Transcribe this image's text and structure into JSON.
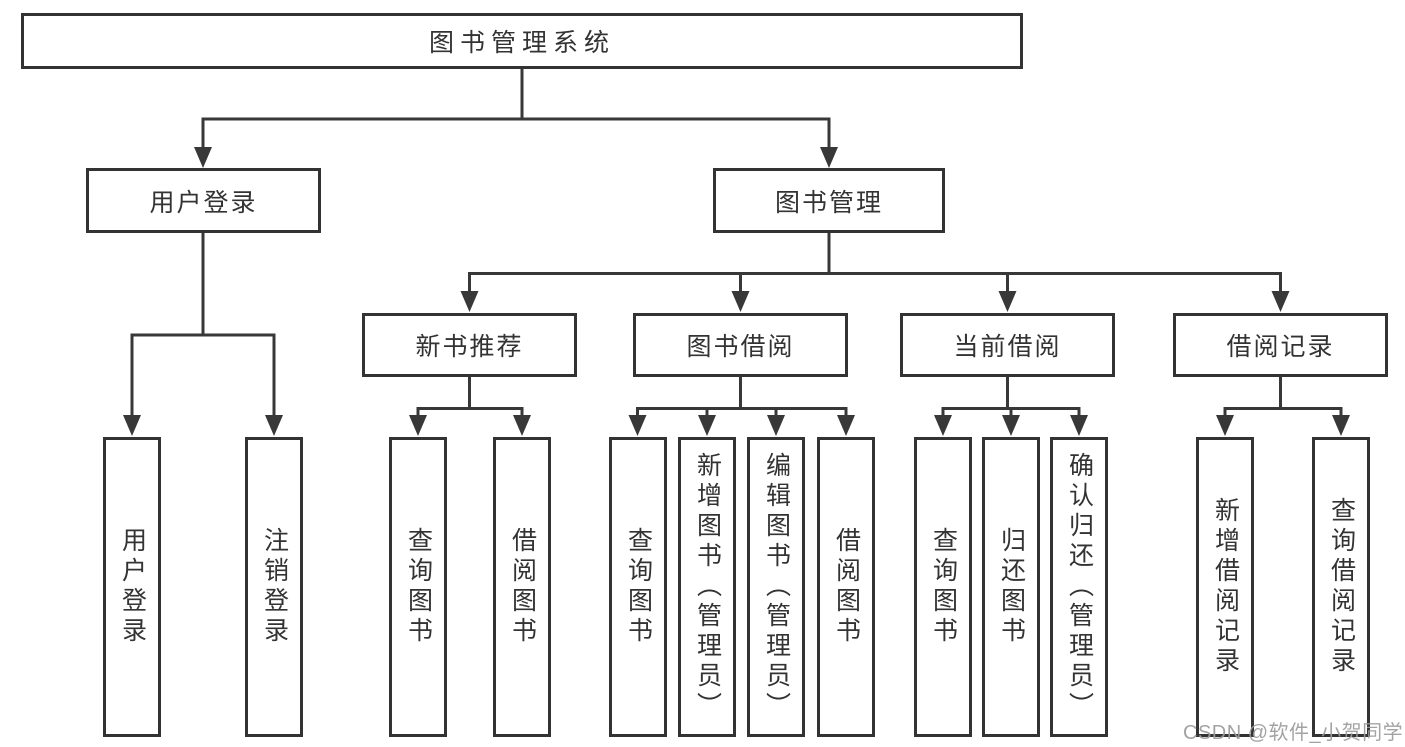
{
  "tree": {
    "label": "图书管理系统",
    "children": [
      {
        "label": "用户登录",
        "children": [
          {
            "label": "用户登录"
          },
          {
            "label": "注销登录"
          }
        ]
      },
      {
        "label": "图书管理",
        "children": [
          {
            "label": "新书推荐",
            "children": [
              {
                "label": "查询图书"
              },
              {
                "label": "借阅图书"
              }
            ]
          },
          {
            "label": "图书借阅",
            "children": [
              {
                "label": "查询图书"
              },
              {
                "label": "新增图书（管理员）"
              },
              {
                "label": "编辑图书（管理员）"
              },
              {
                "label": "借阅图书"
              }
            ]
          },
          {
            "label": "当前借阅",
            "children": [
              {
                "label": "查询图书"
              },
              {
                "label": "归还图书"
              },
              {
                "label": "确认归还（管理员）"
              }
            ]
          },
          {
            "label": "借阅记录",
            "children": [
              {
                "label": "新增借阅记录"
              },
              {
                "label": "查询借阅记录"
              }
            ]
          }
        ]
      }
    ]
  },
  "watermark": {
    "text": "CSDN @软件_小贺同学"
  },
  "colors": {
    "line": "#383838",
    "box_border": "#333333",
    "text": "#333333",
    "background": "#ffffff",
    "watermark": "#9c9c9c"
  }
}
